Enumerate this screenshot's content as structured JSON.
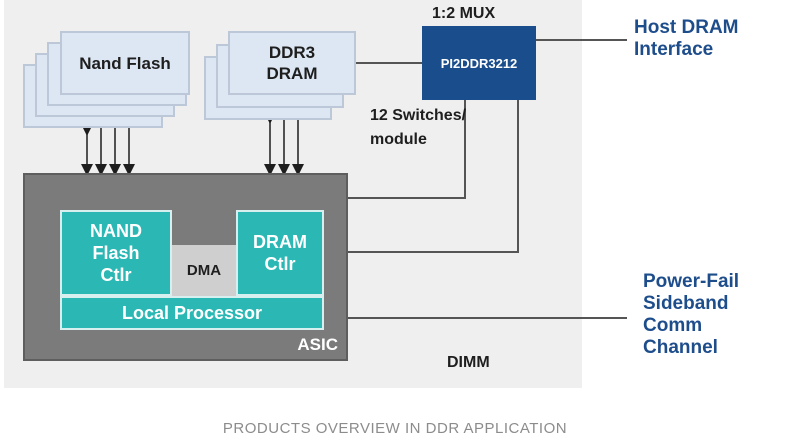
{
  "blocks": {
    "nand_flash": "Nand Flash",
    "ddr3_dram_line1": "DDR3",
    "ddr3_dram_line2": "DRAM",
    "mux_title": "1:2 MUX",
    "mux_chip": "PI2DDR3212",
    "switches_line1": "12 Switches/",
    "switches_line2": "module",
    "nand_ctlr_line1": "NAND",
    "nand_ctlr_line2": "Flash",
    "nand_ctlr_line3": "Ctlr",
    "dma": "DMA",
    "dram_ctlr_line1": "DRAM",
    "dram_ctlr_line2": "Ctlr",
    "local_processor": "Local Processor",
    "asic": "ASIC",
    "dimm": "DIMM"
  },
  "external": {
    "host_line1": "Host DRAM",
    "host_line2": "Interface",
    "pf_line1": "Power-Fail",
    "pf_line2": "Sideband",
    "pf_line3": "Comm",
    "pf_line4": "Channel"
  },
  "caption": "PRODUCTS OVERVIEW IN DDR APPLICATION",
  "colors": {
    "mux_fill": "#1a4d8c",
    "teal": "#2bb8b5",
    "asic_gray": "#7b7b7b",
    "dimm_bg": "#efefef",
    "label_blue": "#1e4d8c"
  }
}
